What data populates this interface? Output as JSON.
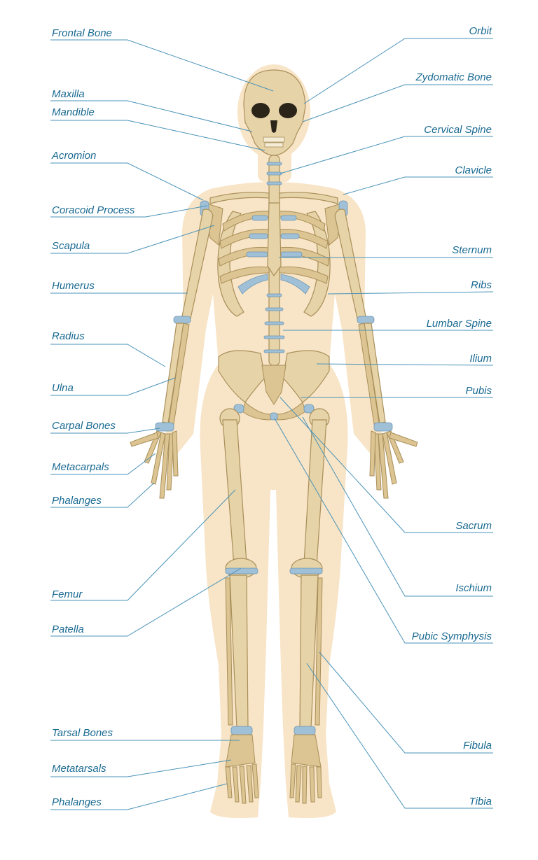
{
  "colors": {
    "label": "#1a6a92",
    "leader": "#4a93b8",
    "bone": "#e6d3a8",
    "silhouette": "#f8e4c6",
    "cartilage": "#9fc0d6"
  },
  "labels": {
    "frontal_bone": "Frontal Bone",
    "maxilla": "Maxilla",
    "mandible": "Mandible",
    "acromion": "Acromion",
    "coracoid_process": "Coracoid Process",
    "scapula": "Scapula",
    "humerus": "Humerus",
    "radius": "Radius",
    "ulna": "Ulna",
    "carpal_bones": "Carpal Bones",
    "metacarpals": "Metacarpals",
    "phalanges_hand": "Phalanges",
    "femur": "Femur",
    "patella": "Patella",
    "tarsal_bones": "Tarsal Bones",
    "metatarsals": "Metatarsals",
    "phalanges_foot": "Phalanges",
    "orbit": "Orbit",
    "zygomatic_bone": "Zydomatic Bone",
    "cervical_spine": "Cervical Spine",
    "clavicle": "Clavicle",
    "sternum": "Sternum",
    "ribs": "Ribs",
    "lumbar_spine": "Lumbar Spine",
    "ilium": "Ilium",
    "pubis": "Pubis",
    "sacrum": "Sacrum",
    "ischium": "Ischium",
    "pubic_symphysis": "Pubic Symphysis",
    "fibula": "Fibula",
    "tibia": "Tibia"
  }
}
